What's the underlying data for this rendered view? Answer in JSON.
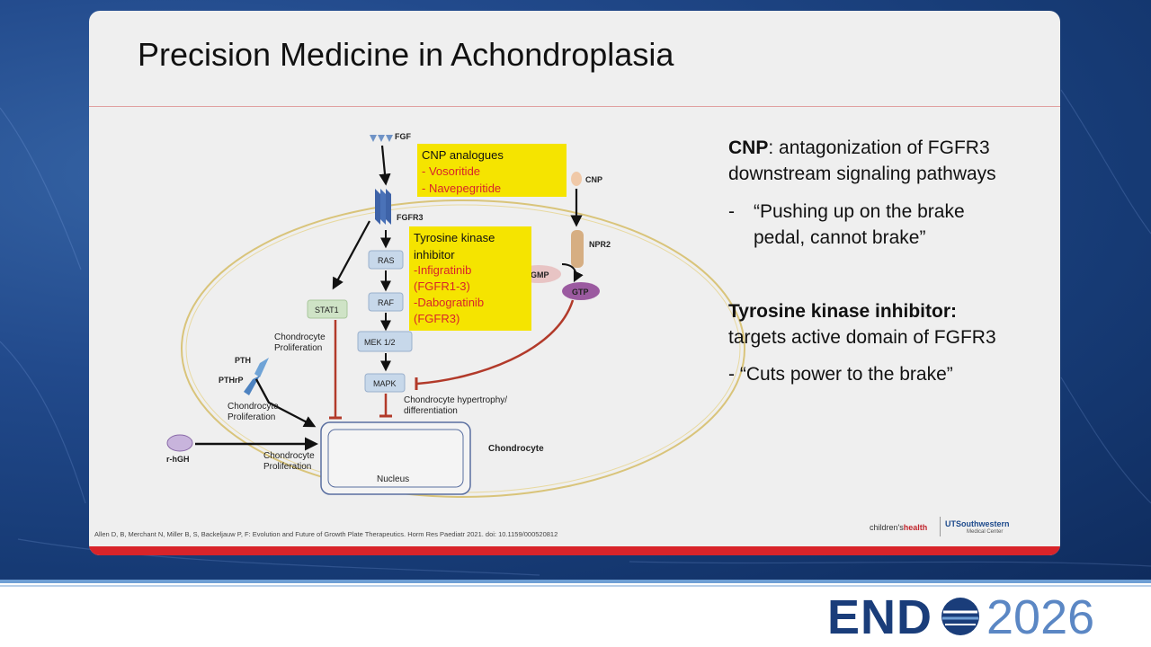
{
  "slide": {
    "title": "Precision Medicine in Achondroplasia",
    "citation": "Allen D, B, Merchant N, Miller B, S, Backeljauw P, F: Evolution and Future of Growth Plate Therapeutics. Horm Res Paediatr 2021. doi: 10.1159/000520812"
  },
  "diagram": {
    "fgf": "FGF",
    "fgfr3": "FGFR3",
    "cnp": "CNP",
    "npr2": "NPR2",
    "cgmp": "cGMP",
    "gtp": "GTP",
    "ras": "RAS",
    "raf": "RAF",
    "mek": "MEK 1/2",
    "mapk": "MAPK",
    "stat1": "STAT1",
    "pth": "PTH",
    "pthrp": "PTHrP",
    "rhgh": "r-hGH",
    "nucleus": "Nucleus",
    "chondrocyte": "Chondrocyte",
    "prolif1_a": "Chondrocyte",
    "prolif1_b": "Proliferation",
    "prolif2_a": "Chondrocyte",
    "prolif2_b": "Proliferation",
    "prolif3_a": "Chondrocyte",
    "prolif3_b": "Proliferation",
    "hyper_a": "Chondrocyte hypertrophy/",
    "hyper_b": "differentiation",
    "cnp_box": {
      "heading": "CNP analogues",
      "items": [
        "- Vosoritide",
        "- Navepegritide"
      ]
    },
    "tki_box": {
      "heading_a": "Tyrosine kinase",
      "heading_b": "inhibitor",
      "items": [
        "-Infigratinib",
        "(FGFR1-3)",
        "-Dabogratinib",
        "(FGFR3)"
      ]
    },
    "colors": {
      "highlight": "#f5e400",
      "drug": "#d8242a",
      "inhibit": "#b23a2a",
      "box": "#c7d8ea",
      "stat": "#cfe3c6"
    }
  },
  "right": {
    "cnp_label": "CNP",
    "cnp_text_a": ": antagonization of FGFR3",
    "cnp_text_b": "downstream signaling pathways",
    "cnp_bullet_dash": "-",
    "cnp_bullet_a": "“Pushing up on the brake",
    "cnp_bullet_b": "pedal, cannot brake”",
    "tki_label": "Tyrosine kinase inhibitor:",
    "tki_text": "targets active domain of FGFR3",
    "tki_bullet": "- “Cuts power to the brake”"
  },
  "logos": {
    "childrens_a": "children's",
    "childrens_b": "health",
    "ut": "UTSouthwestern",
    "ut_sub": "Medical Center"
  },
  "footer": {
    "brand": "END",
    "year": "2026"
  }
}
